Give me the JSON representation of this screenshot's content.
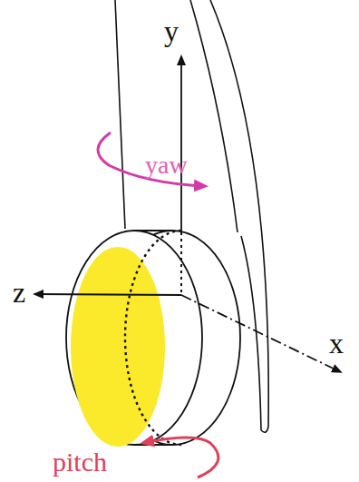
{
  "diagram": {
    "labels": [
      "y",
      "z",
      "x",
      "yaw",
      "pitch"
    ]
  }
}
